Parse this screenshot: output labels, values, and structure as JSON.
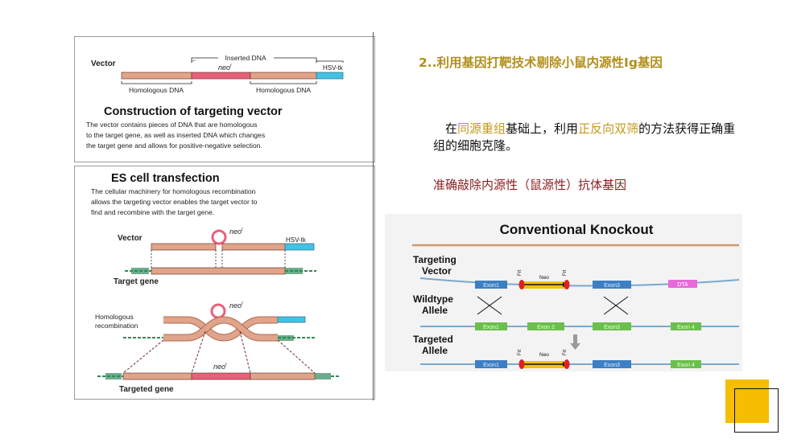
{
  "left_panel": {
    "construction": {
      "inserted_dna": "Inserted DNA",
      "neo": "neo",
      "neo_sup": "r",
      "vector": "Vector",
      "hsv_tk": "HSV-tk",
      "homologous_left": "Homologous DNA",
      "homologous_right": "Homologous DNA",
      "title": "Construction of targeting vector",
      "desc_lines": [
        "The vector contains pieces of DNA that are homologous",
        "to the target gene, as well as inserted DNA which changes",
        "the target gene and allows for positive-negative selection."
      ]
    },
    "transfection": {
      "title": "ES cell transfection",
      "desc_lines": [
        "The cellular machinery for homologous recombination",
        "allows the targeting vector enables the target vector to",
        "find and recombine with the target gene."
      ],
      "vector": "Vector",
      "neo": "neo",
      "neo_sup": "r",
      "hsv_tk": "HSV-tk",
      "target_gene": "Target gene",
      "homologous_line1": "Homologous",
      "homologous_line2": "recombination",
      "targeted_gene": "Targeted gene"
    }
  },
  "heading": "2..利用基因打靶技术剔除小鼠内源性Ig基因",
  "body": {
    "p1_before": "在",
    "p1_hl1": "同源重组",
    "p1_mid": "基础上，利用",
    "p1_hl2": "正反向双筛",
    "p1_after": "的方法获得正确重组的细胞克隆。",
    "p2": "准确敲除内源性（鼠源性）抗体基因"
  },
  "knockout": {
    "title": "Conventional Knockout",
    "row1_line1": "Targeting",
    "row1_line2": "Vector",
    "row2_line1": "Wildtype",
    "row2_line2": "Allele",
    "row3_line1": "Targeted",
    "row3_line2": "Allele",
    "exon1": "Exon1",
    "exon2": "Exon 2",
    "exon3": "Exon3",
    "exon4": "Exon 4",
    "neo": "Neo",
    "frt": "Frt",
    "dta": "DTA"
  },
  "colors": {
    "heading_gold": "#b38f1c",
    "highlight_gold": "#c49a1c",
    "red_text": "#8a1d1d",
    "homology_salmon": "#e0a48a",
    "neo_pink": "#e8607a",
    "hsv_blue": "#44c2e6",
    "exon_blue": "#3d7fc4",
    "exon_green": "#6ac04a",
    "dta_magenta": "#e86ad8",
    "neo_yellow": "#f1c20e",
    "frt_red": "#e02020",
    "accent_yellow": "#f5be00"
  }
}
